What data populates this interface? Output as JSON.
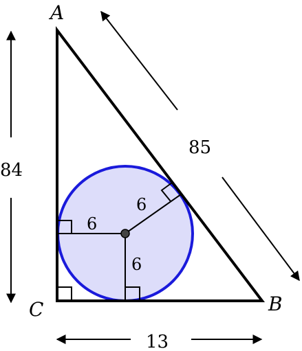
{
  "vertices": {
    "a": "A",
    "b": "B",
    "c": "C"
  },
  "dimensions": {
    "vertical": "84",
    "horizontal": "13",
    "hypotenuse": "85"
  },
  "radii": {
    "left": "6",
    "down": "6",
    "tangent": "6"
  },
  "colors": {
    "circle_stroke": "#1a1adb",
    "circle_fill": "#ddddfa",
    "lines": "#000000",
    "center_dot": "#444444"
  }
}
